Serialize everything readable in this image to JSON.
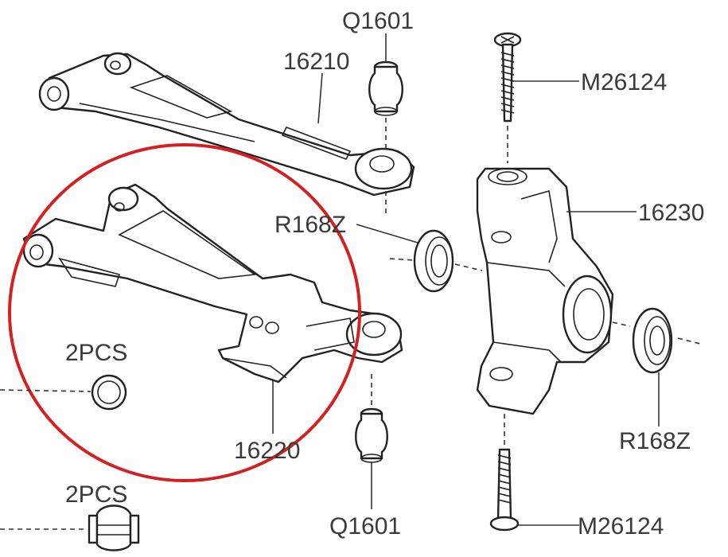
{
  "labels": {
    "ball_top": "Q1601",
    "upper_arm": "16210",
    "screw_top": "M26124",
    "bearing_left": "R168Z",
    "knuckle": "16230",
    "pivot_ball_qty": "2PCS",
    "lower_arm": "16220",
    "bearing_right": "R168Z",
    "pin_qty": "2PCS",
    "ball_bottom": "Q1601",
    "screw_bottom": "M26124"
  },
  "colors": {
    "highlight_circle": "#d42020",
    "line_art": "#222222",
    "label_text": "#3a3a3a"
  }
}
